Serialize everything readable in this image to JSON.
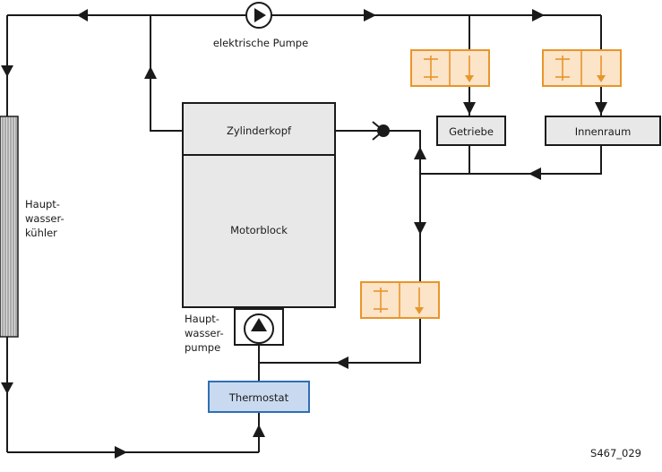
{
  "labels": {
    "electric_pump": "elektrische Pumpe",
    "cylinder_head": "Zylinderkopf",
    "engine_block": "Motorblock",
    "transmission": "Getriebe",
    "interior": "Innenraum",
    "main_radiator": [
      "Haupt-",
      "wasser-",
      "kühler"
    ],
    "main_pump": [
      "Haupt-",
      "wasser-",
      "pumpe"
    ],
    "thermostat": "Thermostat",
    "figure_id": "S467_029"
  },
  "colors": {
    "pipe": "#1a1a1a",
    "block_fill": "#e8e8e8",
    "valve_stroke": "#e8952a",
    "valve_fill": "#fbe4c8",
    "thermostat_fill": "#c9daf0",
    "thermostat_stroke": "#2f6fb5"
  }
}
